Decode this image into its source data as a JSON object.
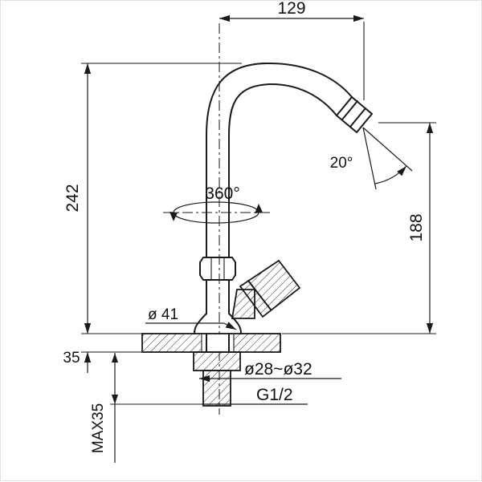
{
  "drawing": {
    "dimensions": {
      "spout_reach": "129",
      "total_height": "242",
      "outlet_height": "188",
      "swivel_angle": "360°",
      "spout_angle": "20°",
      "base_diameter": "ø 41",
      "deck_plate_thickness": "35",
      "max_mount_thickness": "MAX35",
      "hole_diameter": "ø28~ø32",
      "thread_spec": "G1/2"
    }
  }
}
